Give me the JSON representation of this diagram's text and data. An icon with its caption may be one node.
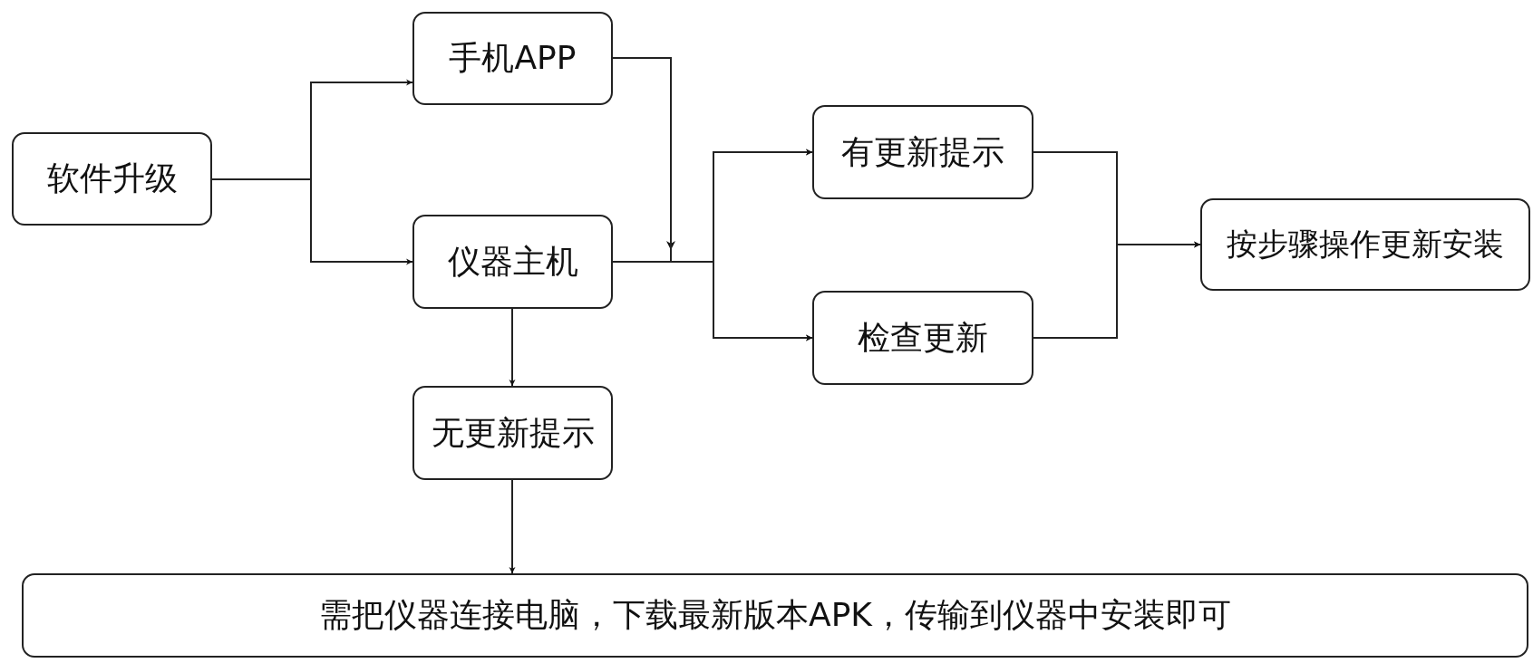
{
  "diagram": {
    "nodes": [
      {
        "text": [
          "软件升级"
        ]
      },
      {
        "text": [
          "手机APP"
        ]
      },
      {
        "text": [
          "仪器主机"
        ]
      },
      {
        "text": [
          "无更新提示"
        ]
      },
      {
        "text": [
          "有更新提示"
        ]
      },
      {
        "text": [
          "检查更新"
        ]
      },
      {
        "text": [
          "按步骤操作更新安装"
        ]
      },
      {
        "text": [
          "需把仪器连接电脑，下载最新版本APK，传输到仪器中安装即可"
        ]
      }
    ],
    "edges": [
      {
        "from": 0,
        "to": 1,
        "arrow": "to"
      },
      {
        "from": 0,
        "to": 2,
        "arrow": "to"
      },
      {
        "from": 1,
        "to": 4,
        "arrow": "to"
      },
      {
        "from": 1,
        "to": 5,
        "arrow": "to"
      },
      {
        "from": 2,
        "to": 4,
        "arrow": "to"
      },
      {
        "from": 2,
        "to": 5,
        "arrow": "to"
      },
      {
        "from": 2,
        "to": 3,
        "arrow": "to"
      },
      {
        "from": 4,
        "to": 6,
        "arrow": "to"
      },
      {
        "from": 5,
        "to": 6,
        "arrow": "to"
      },
      {
        "from": 3,
        "to": 7,
        "arrow": "to"
      }
    ]
  }
}
